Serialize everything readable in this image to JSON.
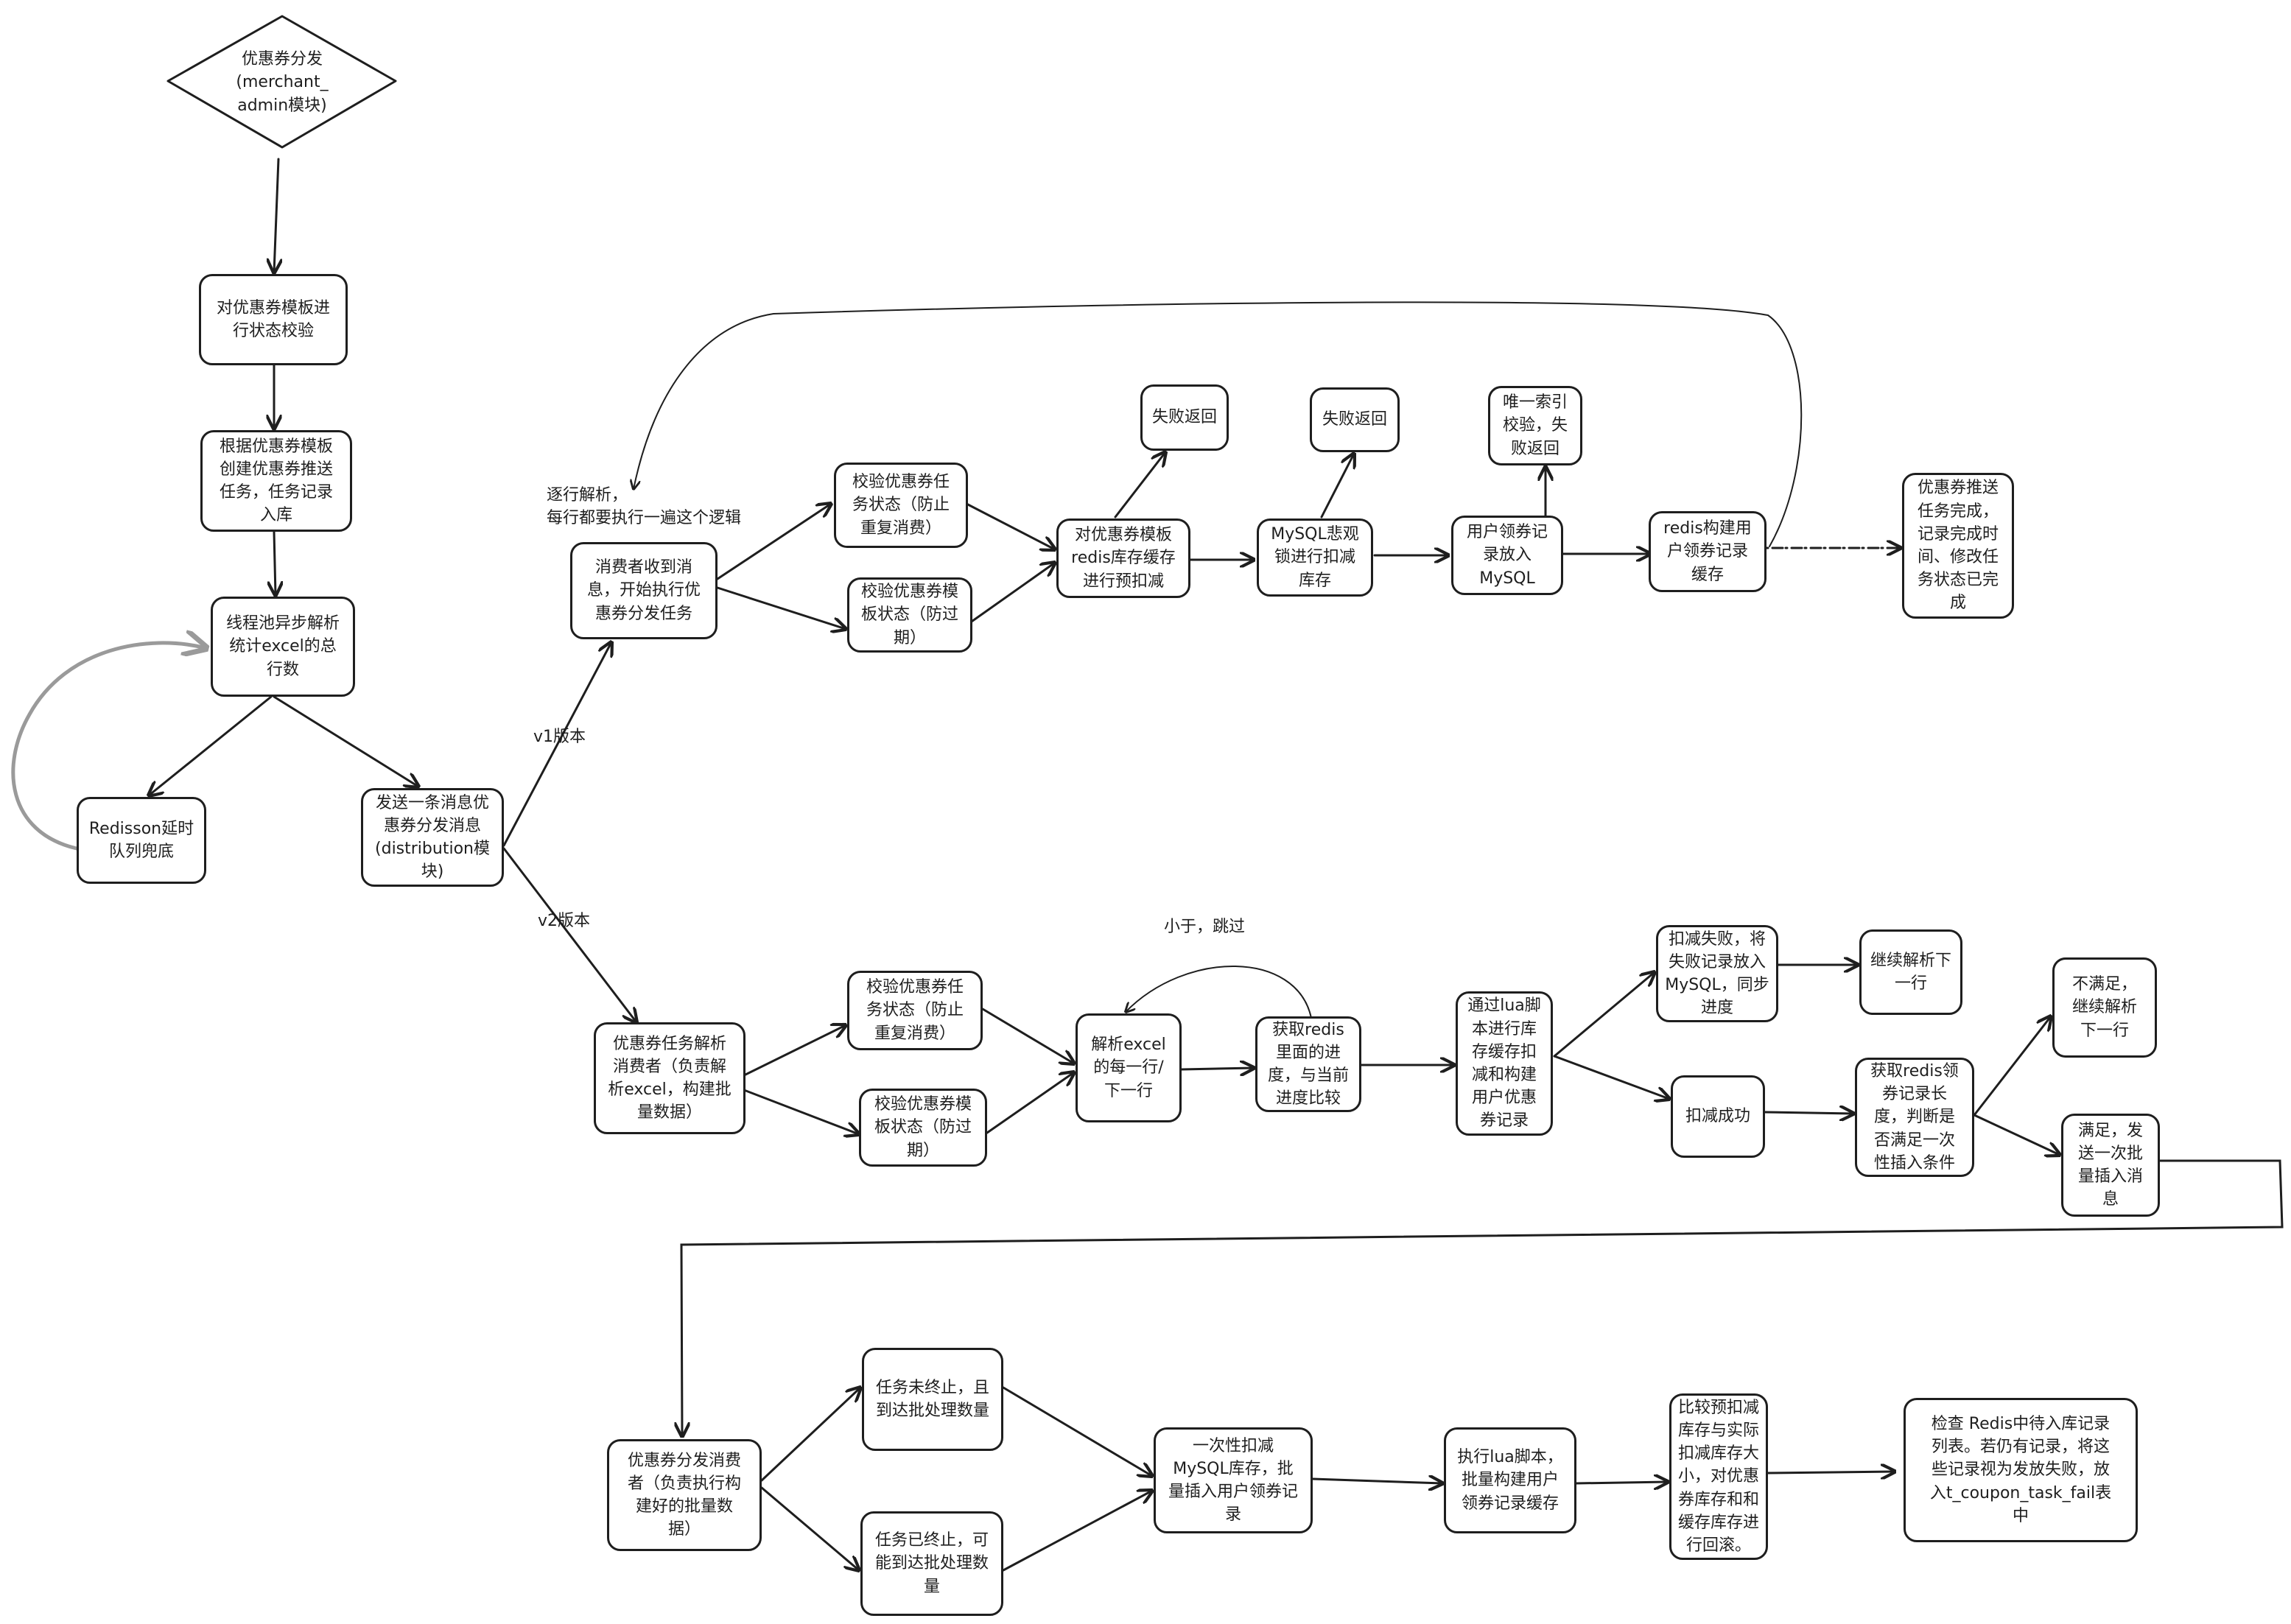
{
  "nodes": {
    "start": "优惠券分发\n(merchant_\nadmin模块)",
    "validate": "对优惠券模板进\n行状态校验",
    "create_task": "根据优惠券模板\n创建优惠券推送\n任务，任务记录\n入库",
    "thread_pool": "线程池异步解析\n统计excel的总\n行数",
    "redisson": "Redisson延时\n队列兜底",
    "send_msg": "发送一条消息优\n惠券分发消息\n(distribution模\n块)",
    "v1_consumer": "消费者收到消\n息，开始执行优\n惠券分发任务",
    "v1_check_task": "校验优惠券任\n务状态（防止\n重复消费）",
    "v1_check_tpl": "校验优惠券模\n板状态（防过\n期）",
    "v1_redis_deduct": "对优惠券模板\nredis库存缓存\n进行预扣减",
    "v1_fail1": "失败返回",
    "v1_mysql_lock": "MySQL悲观\n锁进行扣减\n库存",
    "v1_fail2": "失败返回",
    "v1_user_coupon": "用户领券记\n录放入\nMySQL",
    "v1_unique_idx": "唯一索引\n校验，失\n败返回",
    "v1_redis_cache": "redis构建用\n户领券记录\n缓存",
    "v1_done": "优惠券推送\n任务完成，\n记录完成时\n间、修改任\n务状态已完\n成",
    "v2_consumer": "优惠券任务解析\n消费者（负责解\n析excel，构建批\n量数据）",
    "v2_check_task": "校验优惠券任\n务状态（防止\n重复消费）",
    "v2_check_tpl": "校验优惠券模\n板状态（防过\n期）",
    "v2_parse": "解析excel\n的每一行/\n下一行",
    "v2_progress": "获取redis\n里面的进\n度，与当前\n进度比较",
    "v2_lua": "通过lua脚\n本进行库\n存缓存扣\n减和构建\n用户优惠\n券记录",
    "v2_fail_record": "扣减失败，将\n失败记录放入\nMySQL，同步\n进度",
    "v2_continue1": "继续解析下\n一行",
    "v2_success": "扣减成功",
    "v2_batch_check": "获取redis领\n券记录长\n度，判断是\n否满足一次\n性插入条件",
    "v2_not_met": "不满足，\n继续解析\n下一行",
    "v2_met": "满足，发\n送一次批\n量插入消\n息",
    "dist_consumer": "优惠券分发消费\n者（负责执行构\n建好的批量数\n据）",
    "task_not_end": "任务未终止，且\n到达批处理数量",
    "task_end": "任务已终止，可\n能到达批处理数\n量",
    "batch_deduct": "一次性扣减\nMySQL库存，批\n量插入用户领券记\n录",
    "lua_batch": "执行lua脚本，\n批量构建用户\n领券记录缓存",
    "rollback": "比较预扣减\n库存与实际\n扣减库存大\n小，对优惠\n券库存和和\n缓存库存进\n行回滚。",
    "check_redis": "检查 Redis中待入库记录\n列表。若仍有记录，将这\n些记录视为发放失败，放\n入t_coupon_task_fail表\n中"
  },
  "labels": {
    "loop_note": "逐行解析，\n每行都要执行一遍这个逻辑",
    "v1": "v1版本",
    "v2": "v2版本",
    "skip": "小于，跳过"
  }
}
